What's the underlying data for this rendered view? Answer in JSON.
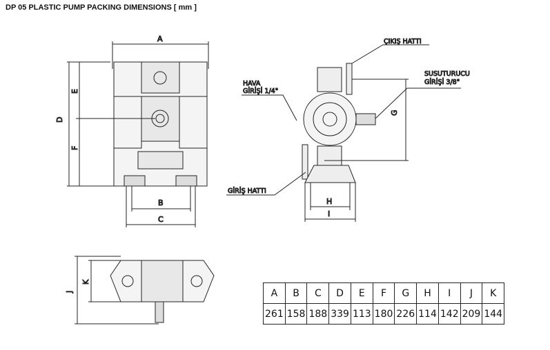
{
  "title": "DP 05 PLASTIC PUMP PACKING DIMENSIONS [ mm ]",
  "callouts": {
    "outlet": "ÇIKIŞ HATTI",
    "air_inlet_1": "HAVA",
    "air_inlet_2": "GİRİŞİ 1/4\"",
    "muffler_1": "SUSUTURUCU",
    "muffler_2": "GİRİŞİ 3/8\"",
    "inlet": "GİRİŞ HATTI"
  },
  "dimension_labels": {
    "A": "A",
    "B": "B",
    "C": "C",
    "D": "D",
    "E": "E",
    "F": "F",
    "G": "G",
    "H": "H",
    "I": "I",
    "J": "J",
    "K": "K"
  },
  "table": {
    "headers": [
      "A",
      "B",
      "C",
      "D",
      "E",
      "F",
      "G",
      "H",
      "I",
      "J",
      "K"
    ],
    "values": [
      "261",
      "158",
      "188",
      "339",
      "113",
      "180",
      "226",
      "114",
      "142",
      "209",
      "144"
    ]
  }
}
